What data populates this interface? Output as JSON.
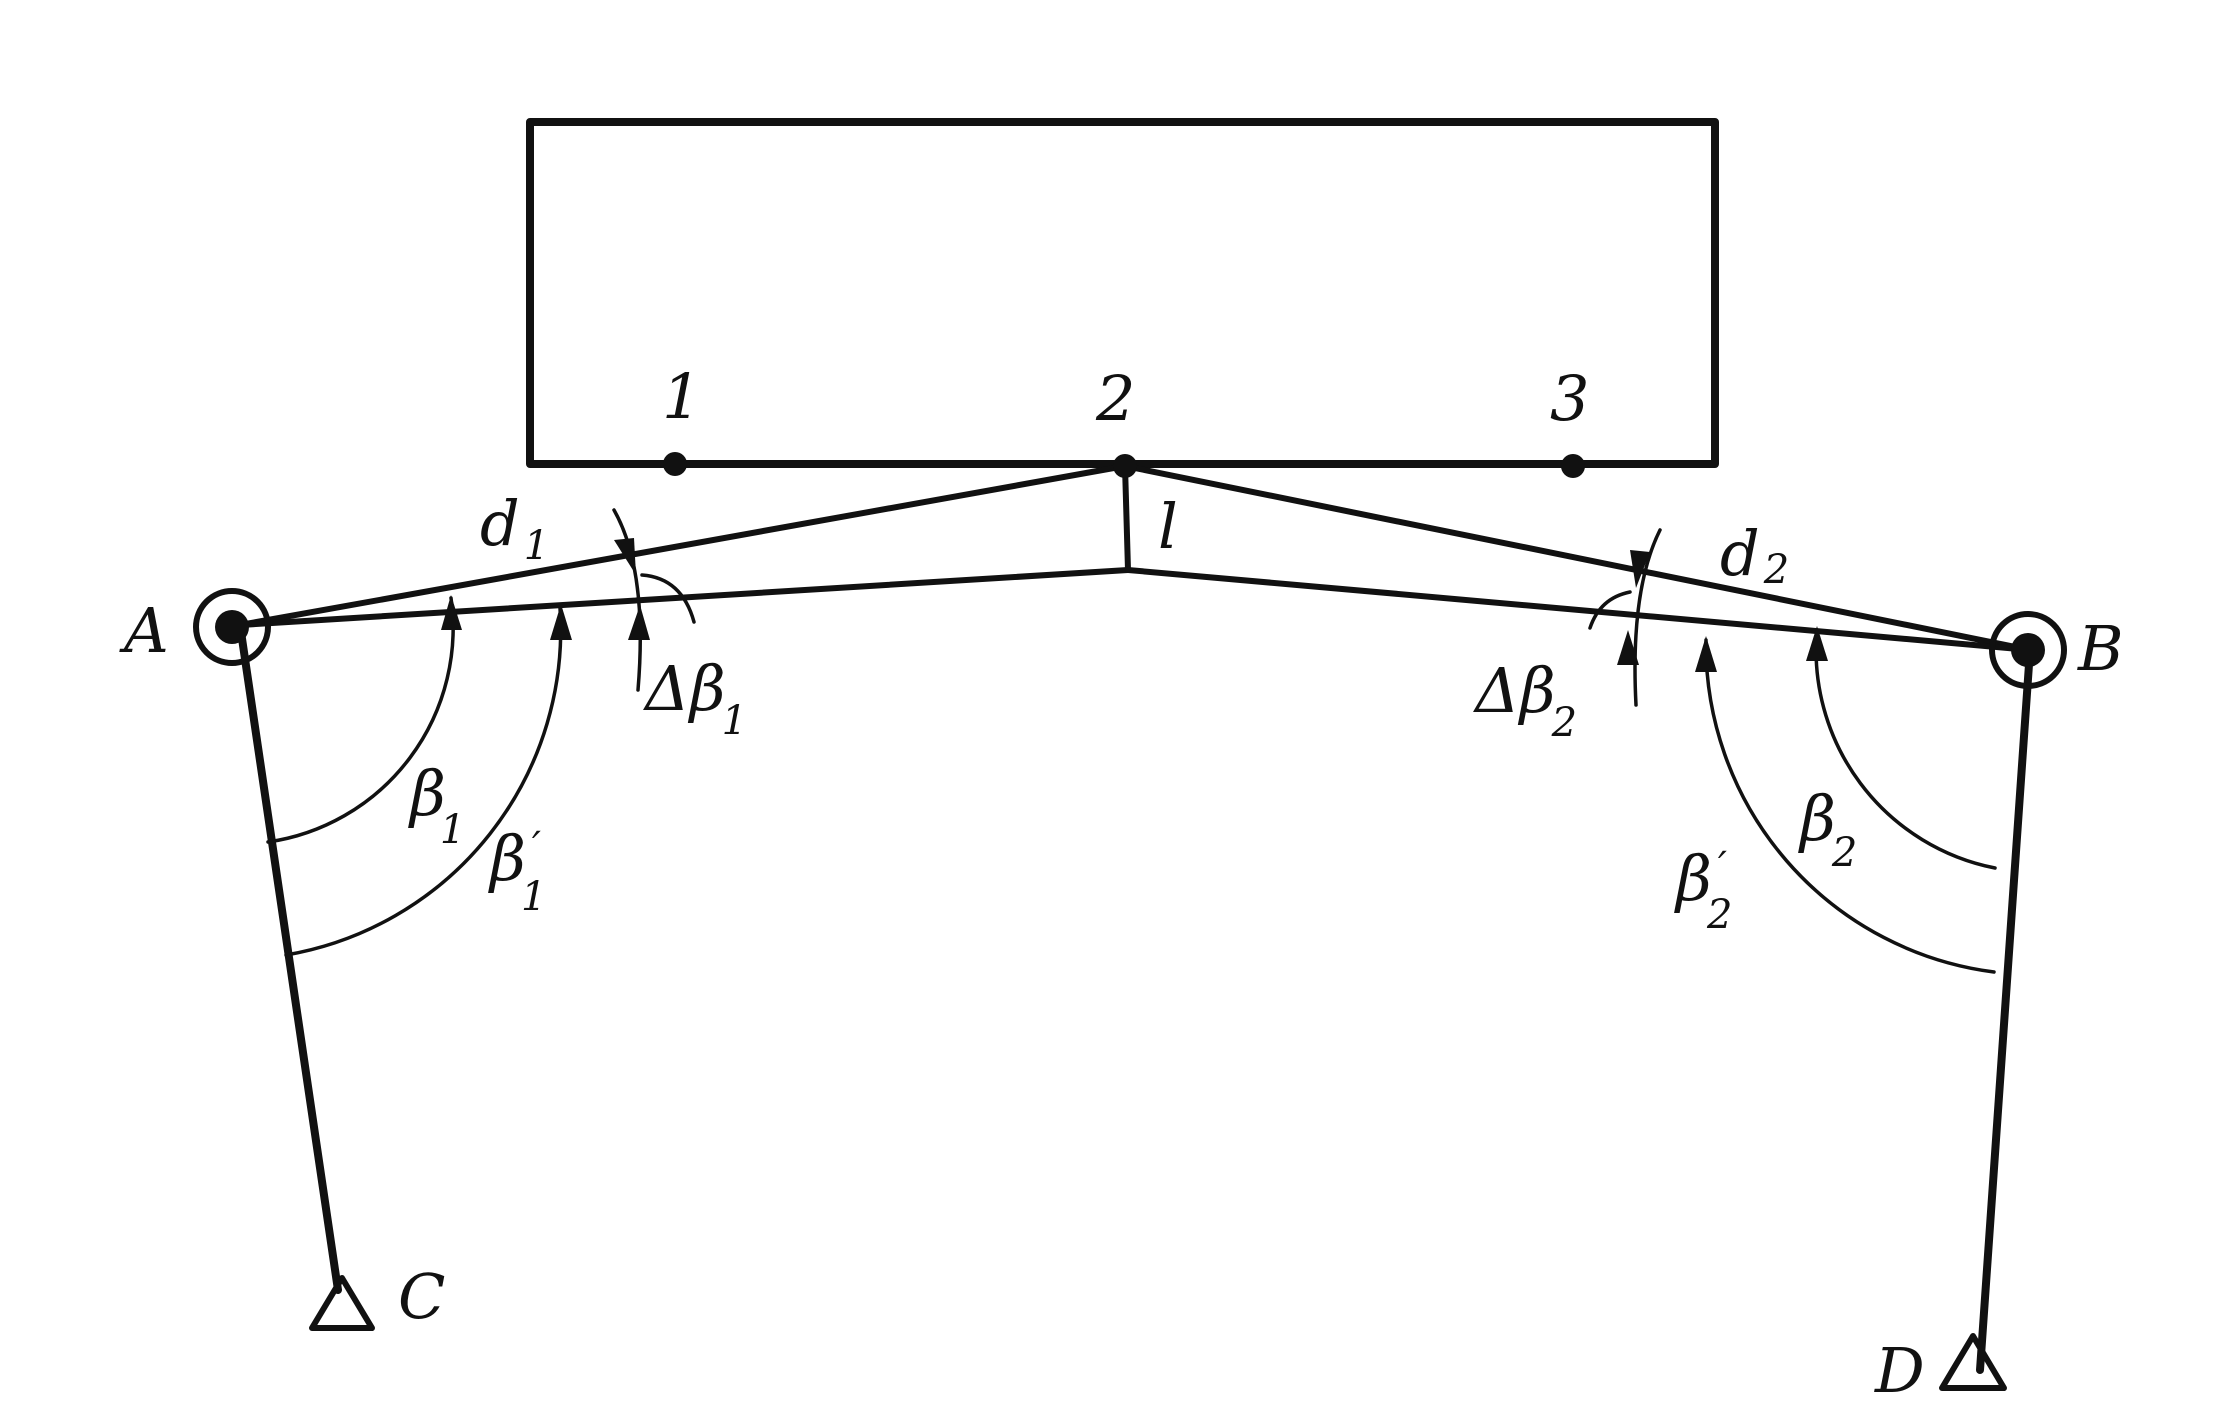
{
  "colors": {
    "ink": "#111111",
    "paper": "#ffffff"
  },
  "points": {
    "p1": "1",
    "p2": "2",
    "p3": "3"
  },
  "stations": {
    "A": "A",
    "B": "B",
    "C": "C",
    "D": "D"
  },
  "segment_l": "l",
  "left": {
    "d_main": "d",
    "d_sub": "1",
    "beta_main": "β",
    "beta_sub": "1",
    "beta_prime_main": "β",
    "beta_prime_mark": "′",
    "beta_prime_sub": "1",
    "delta_main": "Δβ",
    "delta_sub": "1"
  },
  "right": {
    "d_main": "d",
    "d_sub": "2",
    "beta_main": "β",
    "beta_sub": "2",
    "beta_prime_main": "β",
    "beta_prime_mark": "′",
    "beta_prime_sub": "2",
    "delta_main": "Δβ",
    "delta_sub": "2"
  }
}
